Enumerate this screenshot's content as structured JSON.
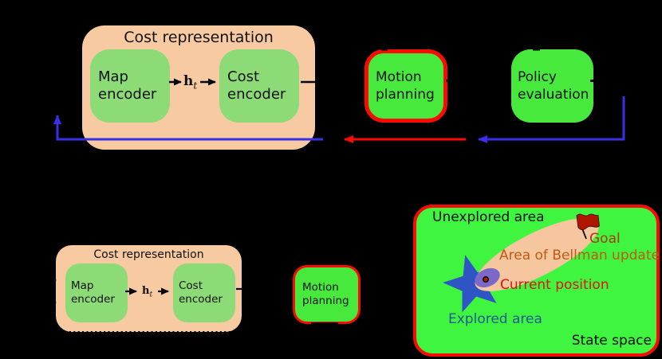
{
  "top_diagram": {
    "cost_representation": {
      "title": "Cost representation",
      "map_encoder_label": "Map\nencoder",
      "cost_encoder_label": "Cost\nencoder",
      "hidden_state_symbol": "h",
      "hidden_state_subscript": "t"
    },
    "motion_planning_label": "Motion\nplanning",
    "policy_evaluation_label": "Policy\nevaluation"
  },
  "bottom_diagram": {
    "cost_representation": {
      "title": "Cost representation",
      "map_encoder_label": "Map\nencoder",
      "cost_encoder_label": "Cost\nencoder",
      "hidden_state_symbol": "h",
      "hidden_state_subscript": "t"
    },
    "motion_planning_label": "Motion\nplanning"
  },
  "state_space": {
    "unexplored_label": "Unexplored area",
    "goal_label": "Goal",
    "bellman_label": "Area of Bellman update",
    "current_position_label": "Current position",
    "explored_label": "Explored area",
    "title": "State space"
  },
  "icons": {
    "goal_flag": "waving-flag-icon"
  },
  "colors": {
    "background": "#000000",
    "peach_container": "#F8CAA2",
    "encoder_green": "#8CDB77",
    "module_green": "#46E93C",
    "state_space_green": "#3FF53F",
    "highlight_red_border": "#F90B00",
    "red_arrow": "#F90B00",
    "blue_arrow": "#382FE8",
    "goal_text": "#A63A10",
    "bellman_text": "#C05A15",
    "current_position_text": "#E01313",
    "explored_text": "#1F5A96",
    "explored_star_blue": "#2F55C5",
    "bellman_area_peach": "#F6C79F",
    "current_area_purple": "#7B68C8",
    "flag_red": "#B01500"
  }
}
